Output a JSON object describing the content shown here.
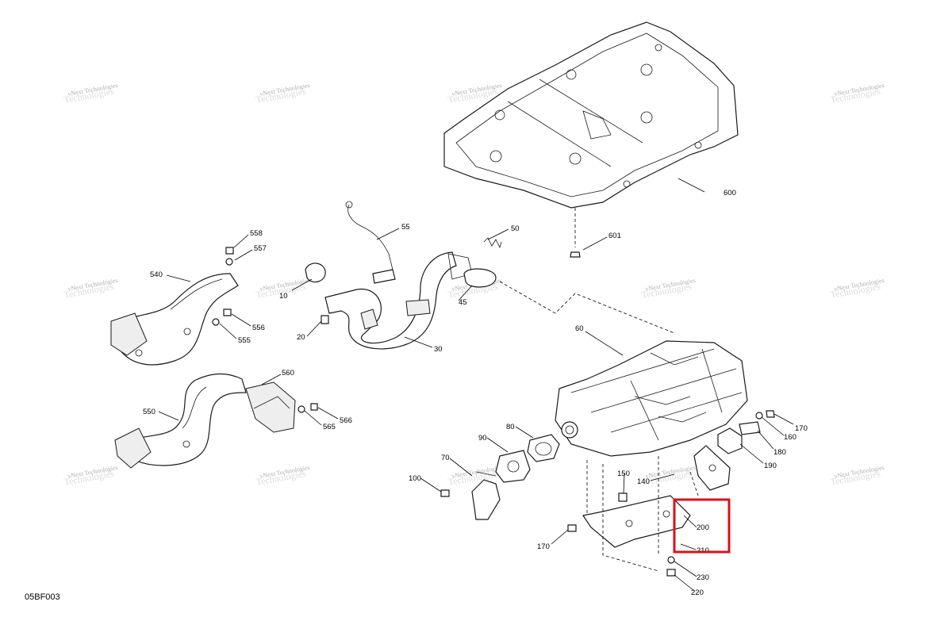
{
  "figure_code": "05BF003",
  "watermark": {
    "line1": "vNext Technologies",
    "line2": "Technologies"
  },
  "callouts": {
    "c10": "10",
    "c20": "20",
    "c30": "30",
    "c45": "45",
    "c50": "50",
    "c55": "55",
    "c60": "60",
    "c70": "70",
    "c80": "80",
    "c90": "90",
    "c100": "100",
    "c140": "140",
    "c150": "150",
    "c160": "160",
    "c170a": "170",
    "c170b": "170",
    "c180": "180",
    "c190": "190",
    "c200": "200",
    "c210": "210",
    "c220": "220",
    "c230": "230",
    "c540": "540",
    "c550": "550",
    "c555": "555",
    "c556": "556",
    "c557": "557",
    "c558": "558",
    "c560": "560",
    "c565": "565",
    "c566": "566",
    "c600": "600",
    "c601": "601"
  },
  "highlight": {
    "color": "#d9121b",
    "target": "200"
  }
}
